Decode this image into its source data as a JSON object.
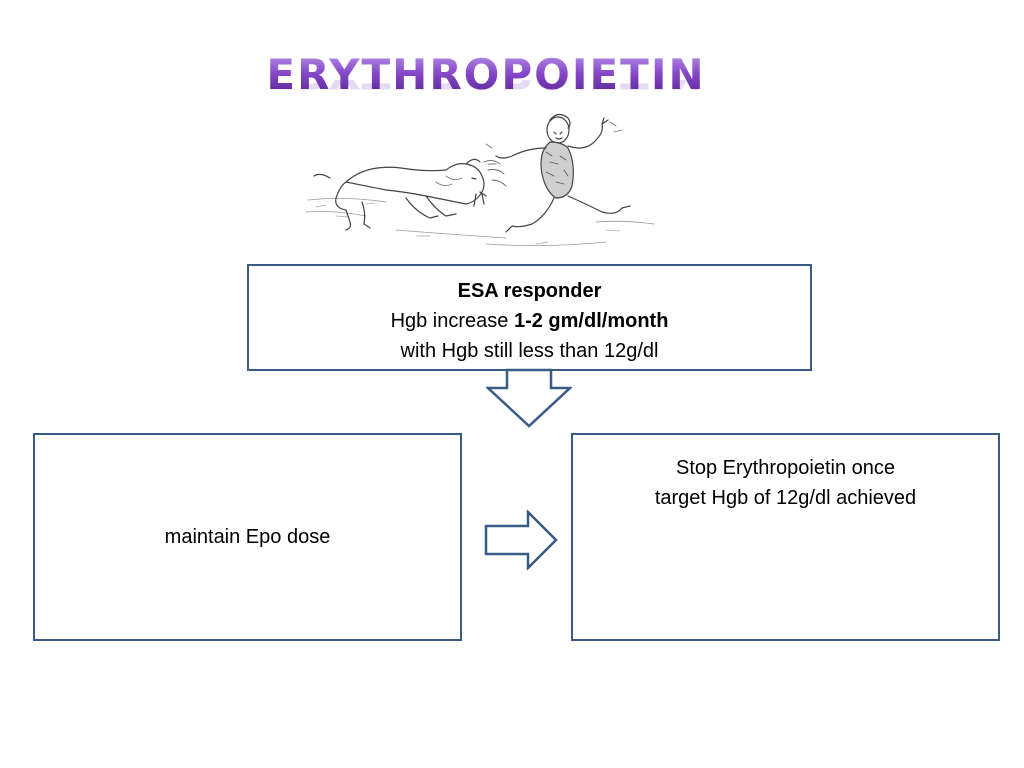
{
  "title": "ERYTHROPOIETIN",
  "illustration": {
    "description_icon": "caveman-chased-by-sabertooth-cat-illustration"
  },
  "top_box": {
    "heading": "ESA responder",
    "line2_prefix": "Hgb increase ",
    "line2_bold": "1-2 gm/dl/month",
    "line3": "with Hgb still less than 12g/dl"
  },
  "left_box": {
    "text": "maintain Epo dose"
  },
  "right_box": {
    "line1": "Stop Erythropoietin once",
    "line2": "target Hgb of 12g/dl achieved"
  },
  "colors": {
    "title": "#7a3dc0",
    "box_border": "#3a5a86",
    "arrow_stroke": "#3a5a86"
  }
}
